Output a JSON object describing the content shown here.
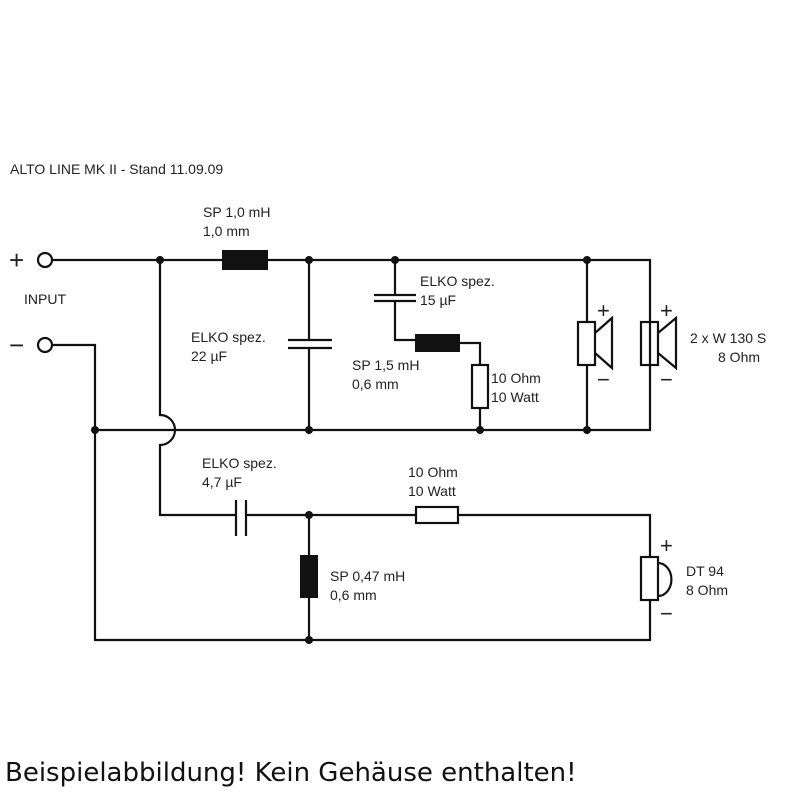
{
  "title": "ALTO LINE MK II - Stand 11.09.09",
  "input": {
    "label": "INPUT",
    "plus": "+",
    "minus": "−"
  },
  "components": {
    "sp1": {
      "name": "SP 1,0 mH",
      "spec": "1,0 mm"
    },
    "c22": {
      "name": "ELKO spez.",
      "value": "22 µF"
    },
    "c15": {
      "name": "ELKO spez.",
      "value": "15 µF"
    },
    "sp15": {
      "name": "SP 1,5 mH",
      "spec": "0,6 mm"
    },
    "r1": {
      "value": "10 Ohm",
      "power": "10 Watt"
    },
    "woofers": {
      "name": "2 x W 130 S",
      "impedance": "8 Ohm"
    },
    "c47": {
      "name": "ELKO spez.",
      "value": "4,7 µF"
    },
    "r2": {
      "value": "10 Ohm",
      "power": "10 Watt"
    },
    "sp047": {
      "name": "SP 0,47 mH",
      "spec": "0,6 mm"
    },
    "tweeter": {
      "name": "DT 94",
      "impedance": "8 Ohm"
    }
  },
  "polarity": {
    "plus": "+",
    "minus": "−"
  },
  "caption": "Beispielabbildung! Kein Gehäuse enthalten!"
}
